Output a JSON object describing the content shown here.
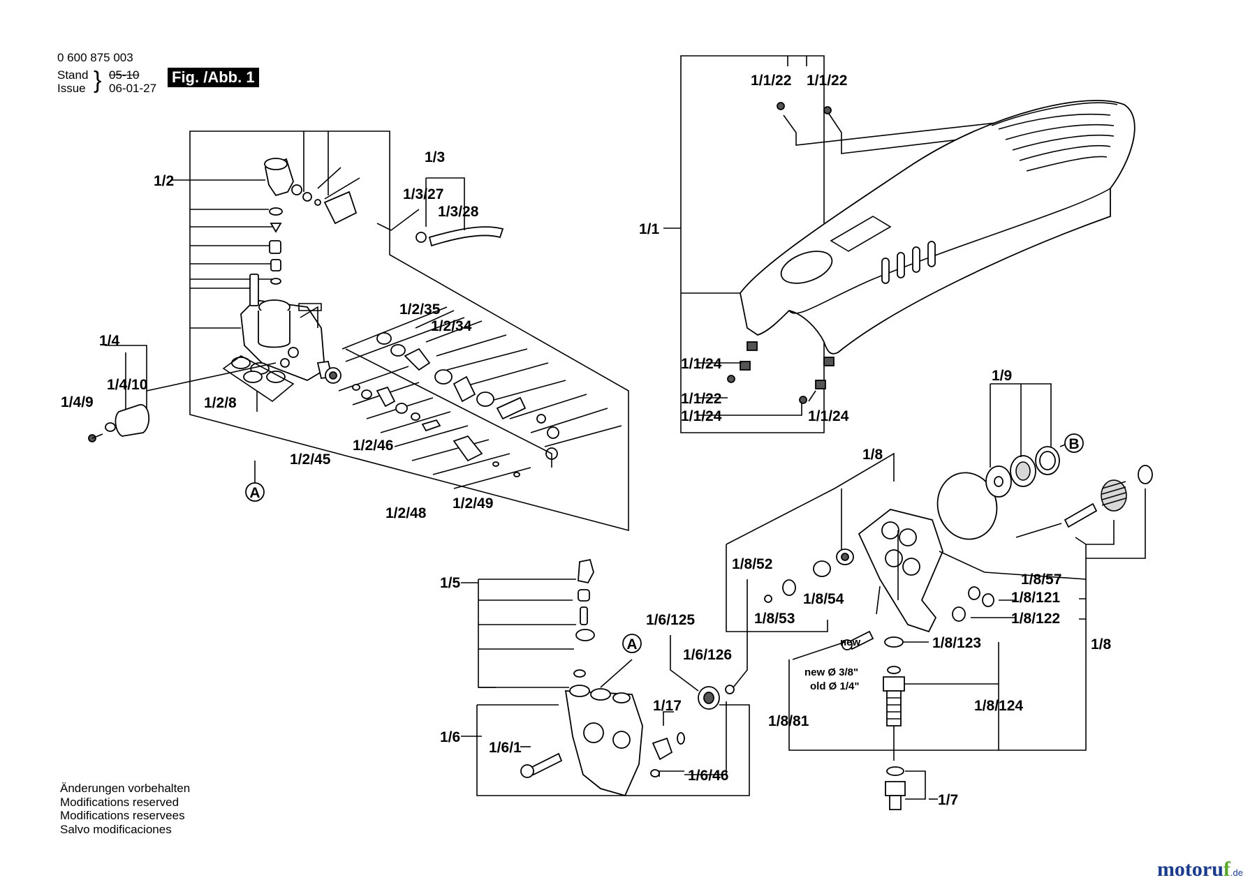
{
  "header": {
    "drawing_number": "0 600 875 003",
    "stand_label": "Stand",
    "issue_label": "Issue",
    "stand_value": "05-10",
    "issue_value": "06-01-27",
    "figure": "Fig. /Abb. 1"
  },
  "notes": [
    "Änderungen vorbehalten",
    "Modifications reserved",
    "Modifications reservees",
    "Salvo modificaciones"
  ],
  "brand": {
    "main": "motoru",
    "accent": "f",
    "suffix": ".de"
  },
  "callouts": {
    "A": "A",
    "B": "B"
  },
  "labels": {
    "l_1_1": "1/1",
    "l_1_1_22a": "1/1/22",
    "l_1_1_22b": "1/1/22",
    "l_1_1_24a": "1/1/24",
    "l_1_1_22c": "1/1/22",
    "l_1_1_24b": "1/1/24",
    "l_1_1_24c": "1/1/24",
    "l_1_2": "1/2",
    "l_1_2_8": "1/2/8",
    "l_1_2_35": "1/2/35",
    "l_1_2_34": "1/2/34",
    "l_1_2_45": "1/2/45",
    "l_1_2_46": "1/2/46",
    "l_1_2_48": "1/2/48",
    "l_1_2_49": "1/2/49",
    "l_1_3": "1/3",
    "l_1_3_27": "1/3/27",
    "l_1_3_28": "1/3/28",
    "l_1_4": "1/4",
    "l_1_4_10": "1/4/10",
    "l_1_4_9": "1/4/9",
    "l_1_5": "1/5",
    "l_1_6": "1/6",
    "l_1_6_1": "1/6/1",
    "l_1_6_125": "1/6/125",
    "l_1_6_126": "1/6/126",
    "l_1_17": "1/17",
    "l_1_6_46": "1/6/46",
    "l_1_7": "1/7",
    "l_1_8a": "1/8",
    "l_1_8b": "1/8",
    "l_1_8_52": "1/8/52",
    "l_1_8_53": "1/8/53",
    "l_1_8_54": "1/8/54",
    "l_1_8_57": "1/8/57",
    "l_1_8_121": "1/8/121",
    "l_1_8_122": "1/8/122",
    "l_1_8_123": "1/8/123",
    "l_1_8_124": "1/8/124",
    "l_1_8_81": "1/8/81",
    "l_1_9": "1/9",
    "new": "new",
    "new_dia": "new Ø 3/8\"",
    "old_dia": "old Ø 1/4\""
  }
}
